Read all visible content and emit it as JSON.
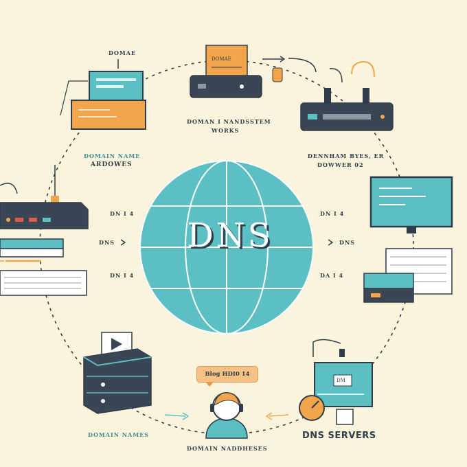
{
  "center": {
    "title": "DNS"
  },
  "labels": {
    "top_domain": "DOMAE",
    "top_center": "DOMAN I NANDSSTEM",
    "top_center_sub": "WORKS",
    "left_domain": "DOMAIN NAME",
    "left_domain_sub": "ARDOWES",
    "right_top": "DENNHAM  BYES, ER",
    "right_top_sub": "DOWWER 02",
    "left_dn1": "DN I 4",
    "left_dns": "DNS",
    "left_dn2": "DN I 4",
    "right_dn1": "DN I 4",
    "right_dns": "DNS",
    "right_da": "DA I 4",
    "tag": "Blog HDI0 14",
    "bottom_left": "DOMAIN NAMES",
    "bottom_center": "DOMAIN NADDHESES",
    "bottom_right": "DNS SERVERS",
    "folder_text": "DOMAE",
    "monitor_text": "DM"
  },
  "colors": {
    "background": "#fbf4dc",
    "teal": "#5bbfc4",
    "orange": "#f2a54a",
    "navy": "#2f3c4a",
    "grey": "#4a5866"
  }
}
